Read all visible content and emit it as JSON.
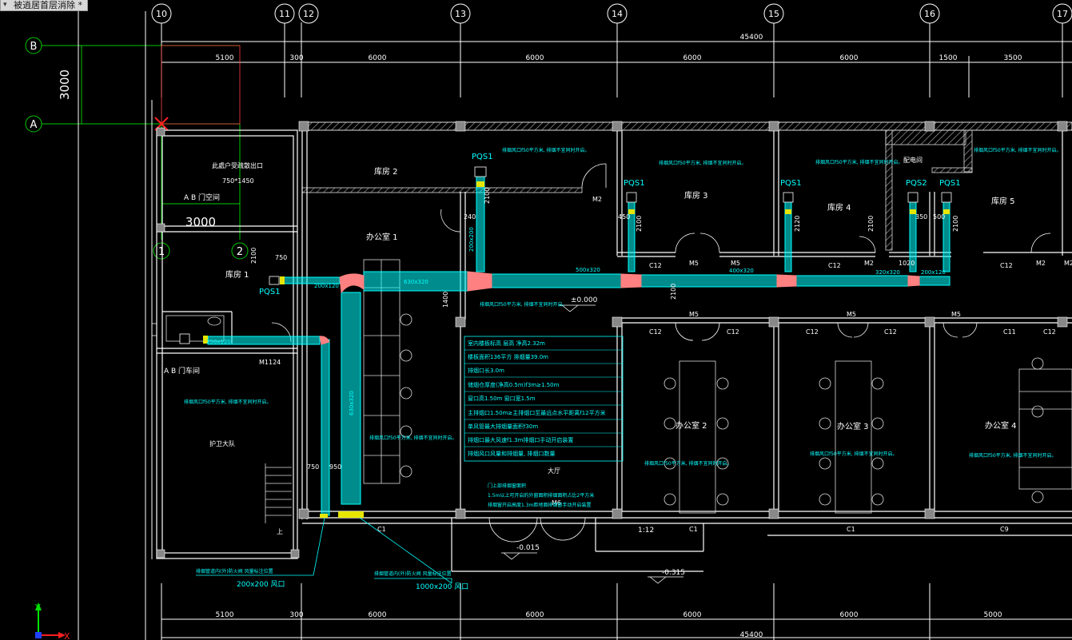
{
  "tab": {
    "label": "被逍居首层消除 *"
  },
  "colors": {
    "bg": "#000000",
    "wall": "#ffffff",
    "duct": "#00ffff",
    "fitting": "#ff7f7f",
    "grid": "#00c800",
    "dim": "#ffffff",
    "mark": "#ff0000",
    "hatch": "#808080"
  },
  "grid": {
    "numbered": [
      "10",
      "11",
      "12",
      "13",
      "14",
      "15",
      "16",
      "17"
    ],
    "lettered": [
      "B",
      "A"
    ],
    "local_numbered": [
      "1",
      "2"
    ],
    "left_dim": "3000",
    "local_dim": "3000"
  },
  "dims": {
    "top_total": "45400",
    "top": [
      "5100",
      "300",
      "6000",
      "6000",
      "6000",
      "6000",
      "1500",
      "3500"
    ],
    "bottom": [
      "5100",
      "300",
      "6000",
      "6000",
      "6000",
      "6000",
      "5000"
    ],
    "bottom_total": "45400"
  },
  "rooms": {
    "lab1": "库房 1",
    "lab2": "库房 2",
    "lab3": "库房 3",
    "lab4": "库房 4",
    "lab5": "库房 5",
    "office1": "办公室 1",
    "office2": "办公室 2",
    "office3": "办公室 3",
    "office4": "办公室 4",
    "hall": "大厅",
    "shelter_note": "此處户受疏散出口",
    "shelter_size": "750*1450",
    "abroom": "A B 门空间",
    "abroom2": "A B 门车间",
    "guard": "护卫大队",
    "ac_room": "配电间",
    "ground_floor": "上"
  },
  "equipment": {
    "pqs1": "PQS1",
    "pqs2": "PQS2",
    "pqs1_labels": [
      "PQS1",
      "PQS1",
      "PQS1",
      "PQS1",
      "PQS1"
    ]
  },
  "doors": [
    "M2",
    "M2",
    "M2",
    "M2",
    "M5",
    "M5",
    "M5",
    "M5",
    "M5",
    "M6",
    "M1124"
  ],
  "windows": [
    "C12",
    "C12",
    "C12",
    "C12",
    "C12",
    "C12",
    "C12",
    "C12",
    "C11",
    "C1",
    "C1",
    "C1",
    "C9"
  ],
  "elevations": {
    "zero": "±0.000",
    "minus15": "-0.015",
    "minus315": "-0.315",
    "ramp": "1:12"
  },
  "duct_sizes": [
    "630x320",
    "500x320",
    "400x320",
    "320x320",
    "200x120",
    "200x120",
    "630x320",
    "250x120",
    "200x200"
  ],
  "pipe_dims": [
    "2100",
    "2100",
    "2120",
    "2100",
    "2100",
    "2100",
    "1400",
    "2100",
    "750",
    "950",
    "750",
    "450",
    "350",
    "500",
    "240",
    "1020"
  ],
  "notes": {
    "leader1": "排烟管道内(外)防火阀  风量标注位置",
    "leader1_size": "200x200 风口",
    "leader2": "排烟管道内(外)防火阀  风量标注位置",
    "leader2_size": "1000x200 风口",
    "room_note": "排烟风口f50平方米, 排烟不宜同时开启。",
    "hall_note1": "门上部排烟窗面积",
    "hall_note2": "1.5m以上可开启的外窗面积排烟面积占比2平方米",
    "hall_note3": "排烟窗开启高度1.3m距地面排烟窗手动开启装置"
  },
  "table": {
    "rows": [
      "室内楼板标高  层高  净高2.32m",
      "楼板面积136平方  排烟量39.0m",
      "排烟口长3.0m",
      "储烟仓厚度(净高0.5m)f3m≥1.50m",
      "窗口高1.50m  窗口宽1.5m",
      "主排烟口1.50m≥主排烟口至最远点水平距离f12平方米",
      "单风管最大排烟量面积f30m",
      "排烟口最大风速f1.3m排烟口手动开启装置",
      "排烟风口风量和排烟量, 排烟口数量"
    ]
  }
}
